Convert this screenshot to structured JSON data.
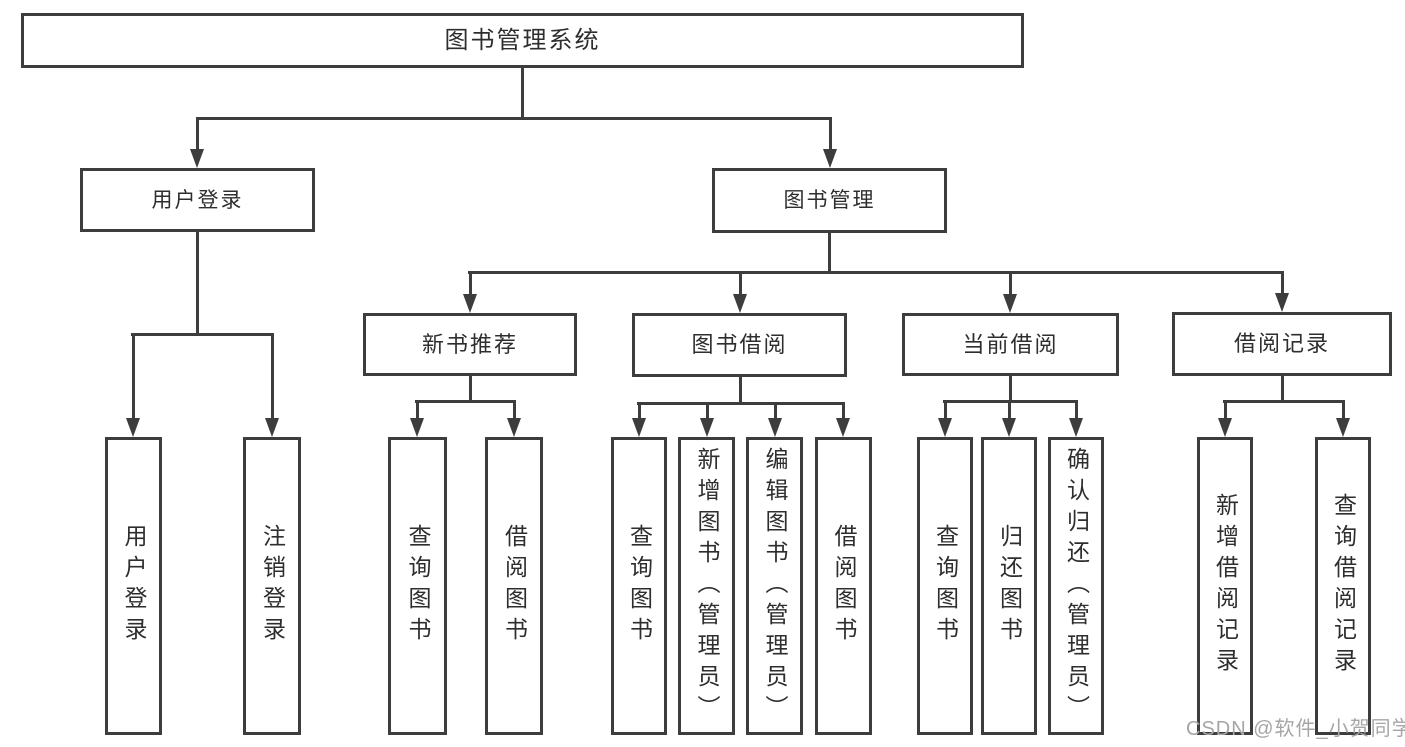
{
  "diagram": {
    "type": "tree-diagram",
    "title": "图书管理系统",
    "watermark": "CSDN @软件_小贺同学",
    "colors": {
      "background": "#ffffff",
      "box_border": "#3d3d3d",
      "connector_line": "#3d3d3d",
      "text": "#2e2e2e",
      "watermark": "#a6a6a6"
    },
    "root": {
      "label": "图书管理系统"
    },
    "level2": [
      {
        "label": "用户登录",
        "parent": "图书管理系统"
      },
      {
        "label": "图书管理",
        "parent": "图书管理系统"
      }
    ],
    "level3": [
      {
        "label": "新书推荐",
        "parent": "图书管理"
      },
      {
        "label": "图书借阅",
        "parent": "图书管理"
      },
      {
        "label": "当前借阅",
        "parent": "图书管理"
      },
      {
        "label": "借阅记录",
        "parent": "图书管理"
      }
    ],
    "leaves": [
      {
        "label": "用户登录",
        "parent": "用户登录"
      },
      {
        "label": "注销登录",
        "parent": "用户登录"
      },
      {
        "label": "查询图书",
        "parent": "新书推荐"
      },
      {
        "label": "借阅图书",
        "parent": "新书推荐"
      },
      {
        "label": "查询图书",
        "parent": "图书借阅"
      },
      {
        "label": "新增图书（管理员）",
        "parent": "图书借阅"
      },
      {
        "label": "编辑图书（管理员）",
        "parent": "图书借阅"
      },
      {
        "label": "借阅图书",
        "parent": "图书借阅"
      },
      {
        "label": "查询图书",
        "parent": "当前借阅"
      },
      {
        "label": "归还图书",
        "parent": "当前借阅"
      },
      {
        "label": "确认归还（管理员）",
        "parent": "当前借阅"
      },
      {
        "label": "新增借阅记录",
        "parent": "借阅记录"
      },
      {
        "label": "查询借阅记录",
        "parent": "借阅记录"
      }
    ]
  }
}
